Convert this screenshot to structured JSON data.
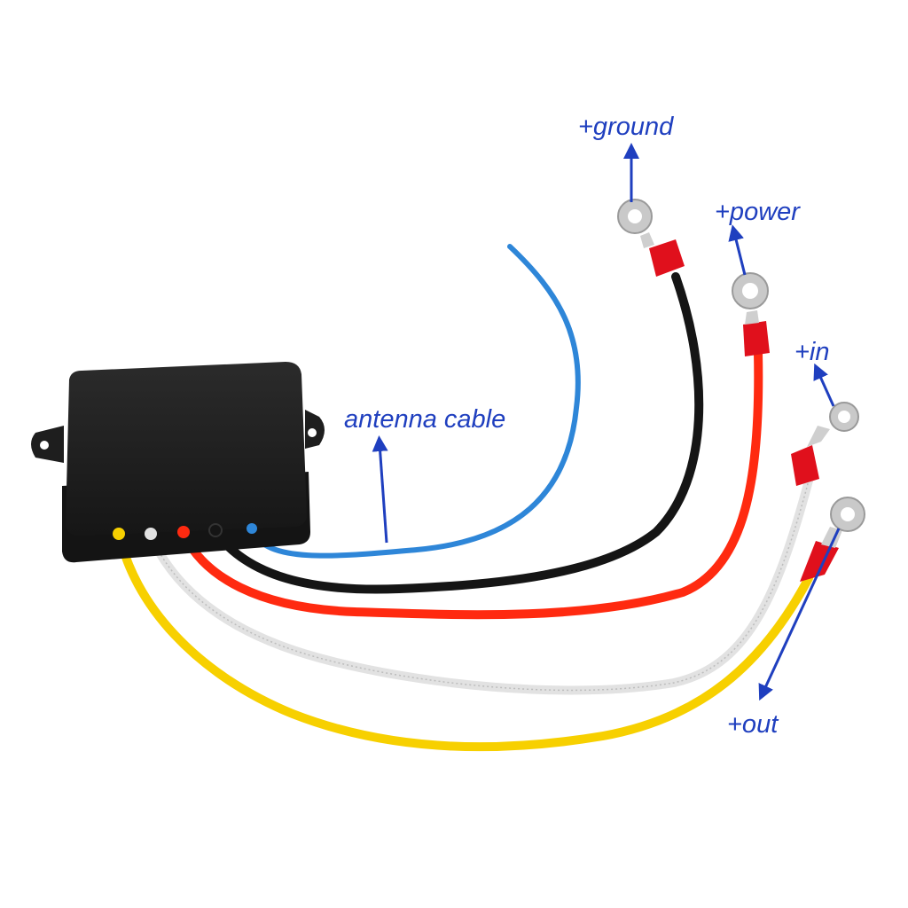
{
  "labels": {
    "ground": "+ground",
    "power": "+power",
    "in": "+in",
    "antenna": "antenna cable",
    "out": "+out"
  },
  "colors": {
    "label_blue": "#1f3fbf",
    "box": "#1c1c1c",
    "wire_black": "#151515",
    "wire_red": "#ff2a10",
    "wire_white": "#e2e2e2",
    "wire_yellow": "#f7d000",
    "wire_blue": "#2e86d8",
    "terminal_red": "#e0101c",
    "ring_metal": "#c9c9c9"
  },
  "icons": {
    "arrow": "arrow-up-icon",
    "ring": "ring-terminal-icon"
  }
}
